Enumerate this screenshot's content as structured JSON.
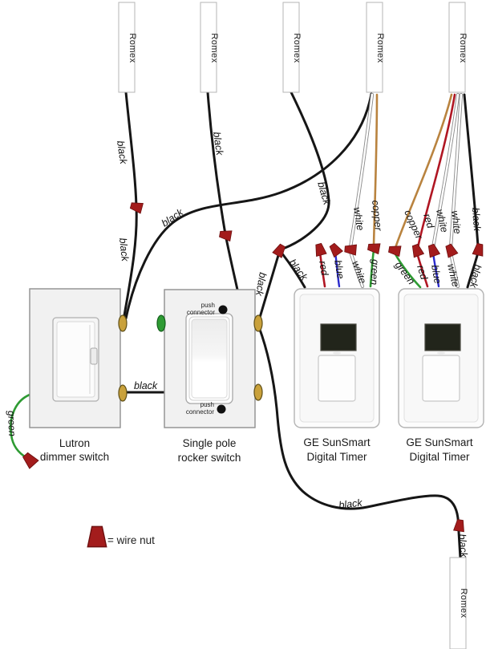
{
  "romex": {
    "label": "Romex"
  },
  "legend": {
    "wire_nut": "= wire nut"
  },
  "devices": {
    "dimmer": {
      "line1": "Lutron",
      "line2": "dimmer switch"
    },
    "rocker": {
      "line1": "Single pole",
      "line2": "rocker switch",
      "push_connector_line1": "push",
      "push_connector_line2": "connector"
    },
    "timer1": {
      "line1": "GE SunSmart",
      "line2": "Digital Timer"
    },
    "timer2": {
      "line1": "GE SunSmart",
      "line2": "Digital Timer"
    }
  },
  "wire_labels": [
    {
      "id": "romex1-black-upper",
      "text": "black"
    },
    {
      "id": "romex1-black-lower",
      "text": "black"
    },
    {
      "id": "romex2-black",
      "text": "black"
    },
    {
      "id": "romex4-black-curve",
      "text": "black"
    },
    {
      "id": "romex3-black",
      "text": "black"
    },
    {
      "id": "junction-to-rocker-black",
      "text": "black"
    },
    {
      "id": "junction-to-timer1-black",
      "text": "black"
    },
    {
      "id": "dimmer-to-rocker-black",
      "text": "black"
    },
    {
      "id": "timer1-white-above",
      "text": "white"
    },
    {
      "id": "timer1-copper-above",
      "text": "copper"
    },
    {
      "id": "timer1-red-lead",
      "text": "red"
    },
    {
      "id": "timer1-blue-lead",
      "text": "blue"
    },
    {
      "id": "timer1-white-lead",
      "text": "white"
    },
    {
      "id": "timer1-green-lead",
      "text": "green"
    },
    {
      "id": "timer2-copper-above",
      "text": "copper"
    },
    {
      "id": "timer2-red-above",
      "text": "red"
    },
    {
      "id": "timer2-white-above-1",
      "text": "white"
    },
    {
      "id": "timer2-white-above-2",
      "text": "white"
    },
    {
      "id": "timer2-black-above",
      "text": "black"
    },
    {
      "id": "timer2-green-lead",
      "text": "green"
    },
    {
      "id": "timer2-red-lead",
      "text": "red"
    },
    {
      "id": "timer2-blue-lead",
      "text": "blue"
    },
    {
      "id": "timer2-white-lead",
      "text": "white"
    },
    {
      "id": "timer2-black-lead",
      "text": "black"
    },
    {
      "id": "dimmer-green-ground",
      "text": "green"
    },
    {
      "id": "bottom-run-black",
      "text": "black"
    },
    {
      "id": "bottom-romex-black",
      "text": "black"
    }
  ],
  "colors": {
    "wire-black": "#161616",
    "wire-red": "#b01623",
    "wire-blue": "#2b2bcc",
    "wire-green": "#2e9b33",
    "wire-copper": "#b9833f",
    "wire-nut": "#a31c1c",
    "terminal-gold": "#c9a13b",
    "terminal-green": "#2e9b33"
  }
}
